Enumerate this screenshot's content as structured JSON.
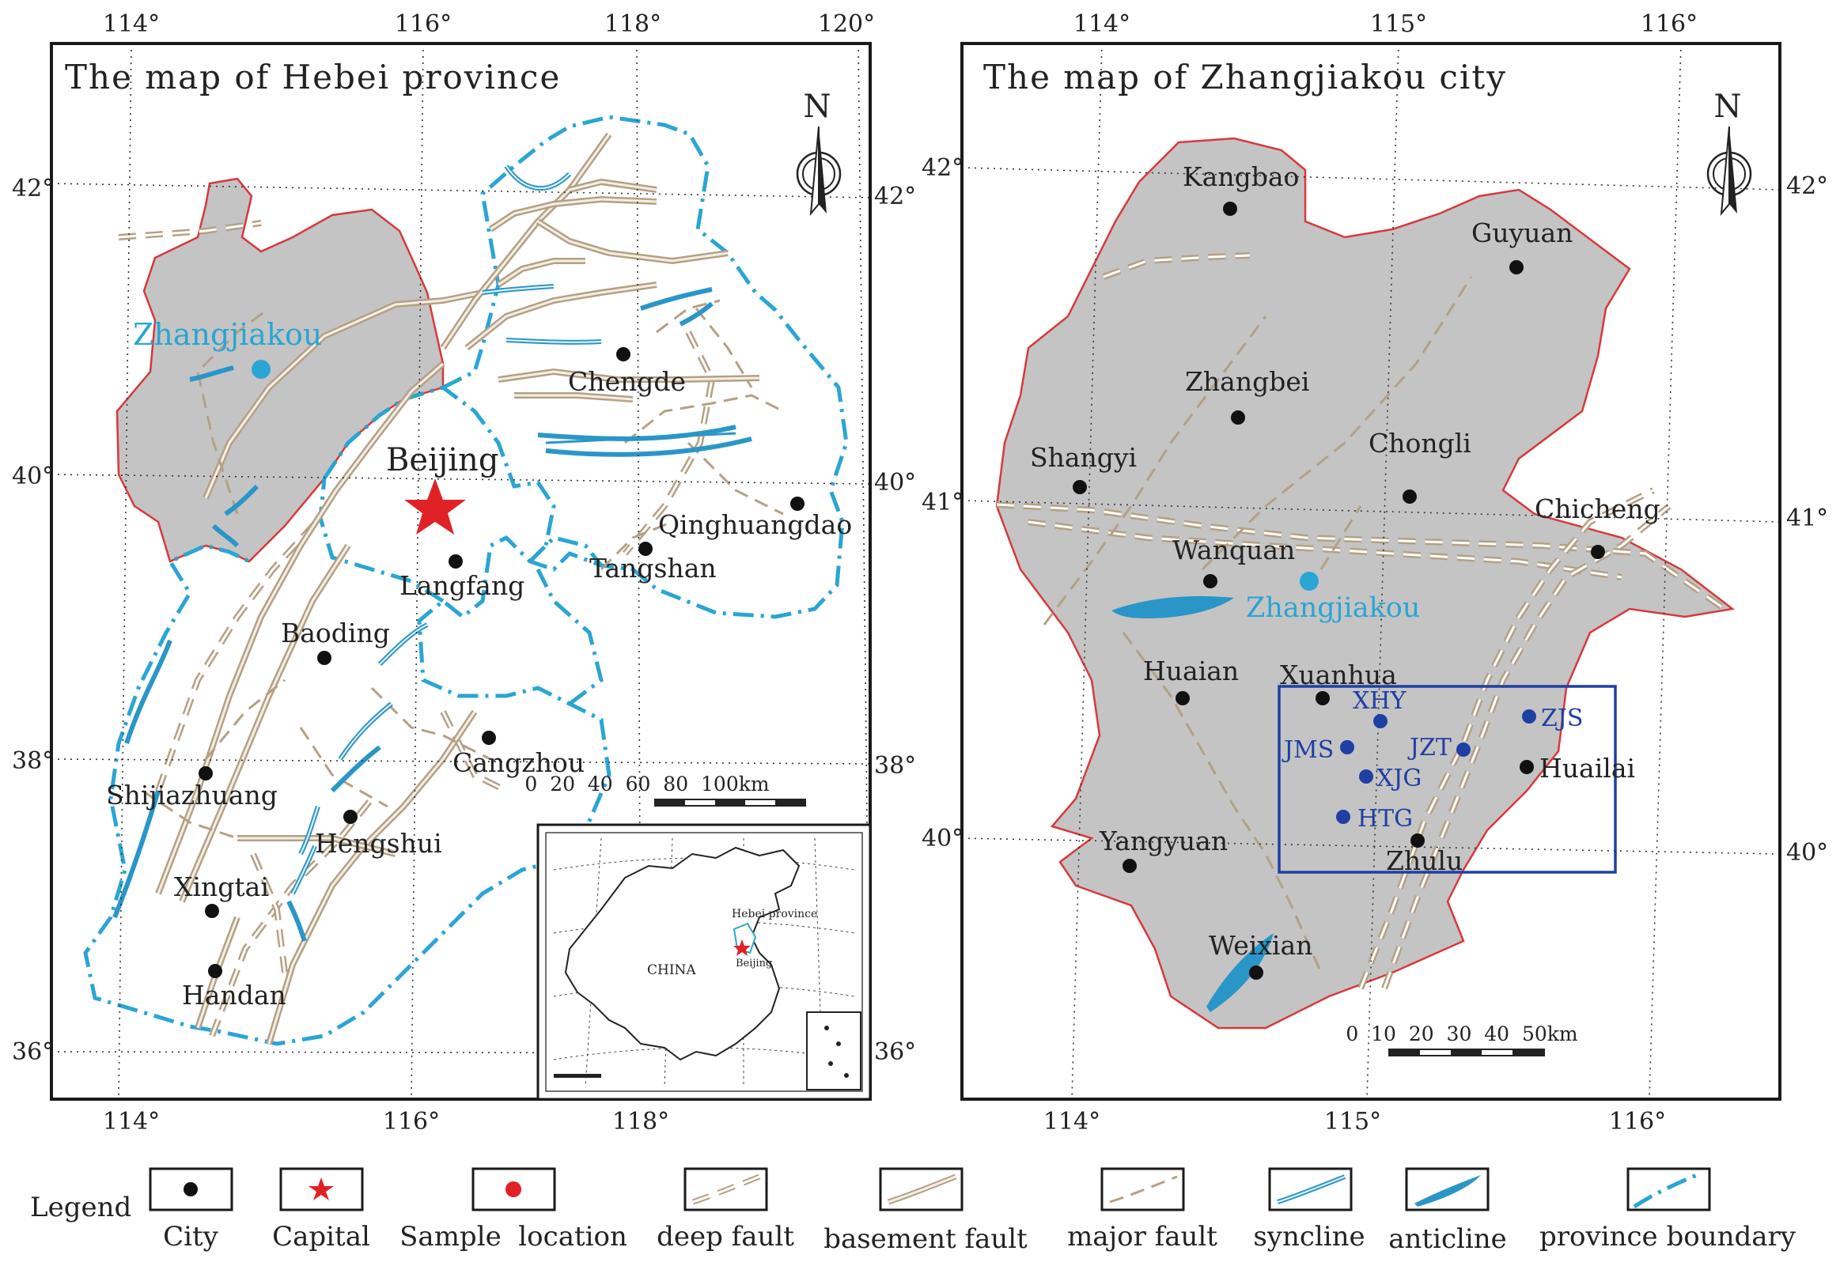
{
  "left_map": {
    "title": "The map of Hebei province",
    "lon_ticks": [
      "114°",
      "116°",
      "118°",
      "120°"
    ],
    "lat_ticks": [
      "42°",
      "40°",
      "38°",
      "36°"
    ],
    "cities": [
      "Chengde",
      "Beijing",
      "Qinghuangdao",
      "Tangshan",
      "Langfang",
      "Baoding",
      "Cangzhou",
      "Shijiazhuang",
      "Hengshui",
      "Xingtai",
      "Handan"
    ],
    "highlight_city": "Zhangjiakou",
    "north_label": "N",
    "scale_label": "0  20  40  60  80  100km",
    "inset": {
      "country_label": "CHINA",
      "province_label": "Hebei province",
      "capital_label": "Beijing"
    }
  },
  "right_map": {
    "title": "The map of Zhangjiakou city",
    "lon_ticks": [
      "114°",
      "115°",
      "115°",
      "116°",
      "116°"
    ],
    "lat_ticks": [
      "42°",
      "41°",
      "40°"
    ],
    "cities": [
      "Kangbao",
      "Guyuan",
      "Zhangbei",
      "Shangyi",
      "Chongli",
      "Chicheng",
      "Wanquan",
      "Huaian",
      "Xuanhua",
      "Huailai",
      "Yangyuan",
      "Zhulu",
      "Weixian"
    ],
    "highlight_city": "Zhangjiakou",
    "samples": [
      "XHY",
      "ZJS",
      "JMS",
      "JZT",
      "XJG",
      "HTG"
    ],
    "north_label": "N",
    "scale_label": "0  10  20  30  40  50km"
  },
  "legend": {
    "title": "Legend",
    "items": [
      "City",
      "Capital",
      "Sample  location",
      "deep fault",
      "basement fault",
      "major fault",
      "syncline",
      "anticline",
      "province boundary"
    ]
  },
  "colors": {
    "region_fill": "#c4c4c4",
    "region_border": "#d8383c",
    "boundary": "#2aa5d4",
    "fault": "#b5a083",
    "sample": "#1f3fa3",
    "capital": "#e02226",
    "highlight": "#2aa5d4"
  }
}
